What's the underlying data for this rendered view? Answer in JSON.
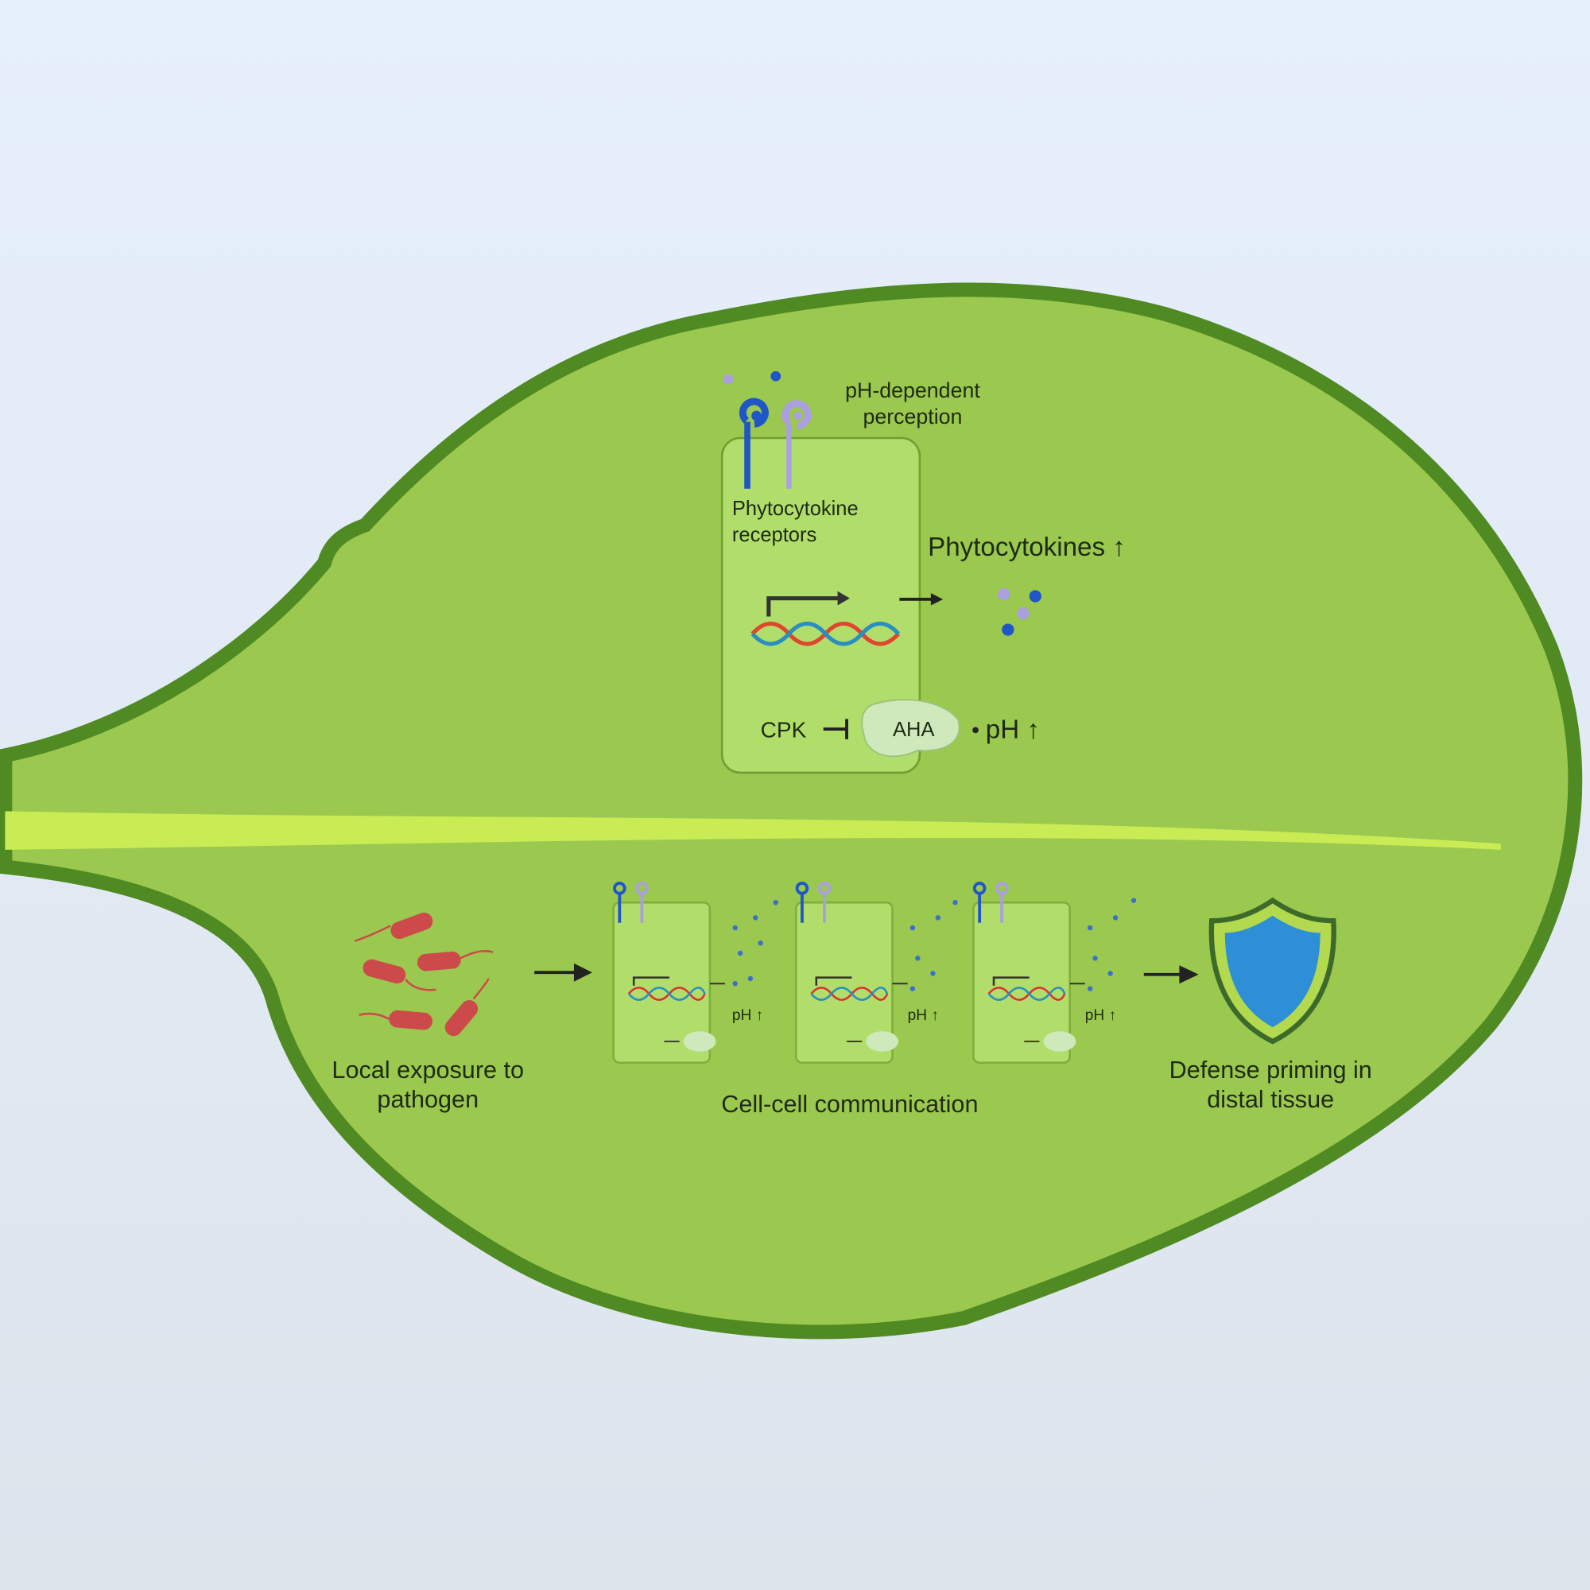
{
  "top_cell": {
    "perception_label_1": "pH-dependent",
    "perception_label_2": "perception",
    "receptors_label_1": "Phytocytokine",
    "receptors_label_2": "receptors",
    "phytocytokines_label": "Phytocytokines ↑",
    "cpk_label": "CPK",
    "aha_label": "AHA",
    "ph_label": "pH ↑"
  },
  "bottom": {
    "pathogen_label_1": "Local exposure to",
    "pathogen_label_2": "pathogen",
    "communication_label": "Cell-cell communication",
    "ph_small_label": "pH ↑",
    "defense_label_1": "Defense priming in",
    "defense_label_2": "distal tissue"
  },
  "colors": {
    "leaf": "#9bc84f",
    "leaf_edge": "#4f8a22",
    "midrib": "#c9ec55",
    "cell": "#b1de6a",
    "receptor_dark": "#1f57c7",
    "receptor_light": "#ab9fe0",
    "bacteria": "#cc4a4a",
    "shield": "#2f8fd6"
  }
}
